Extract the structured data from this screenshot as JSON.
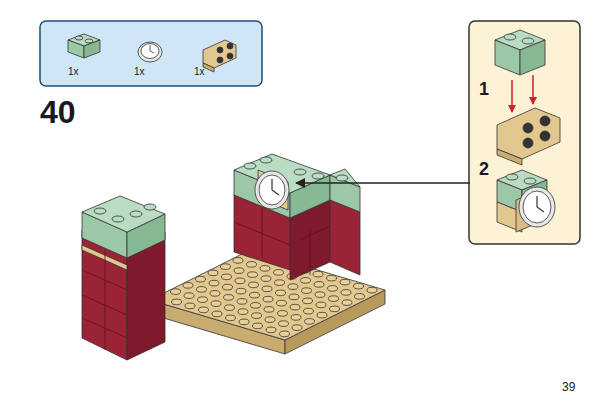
{
  "diagram": {
    "nodes": [
      {
        "text": [
          "1x",
          "1x",
          "1x"
        ]
      },
      {
        "text": [
          "1",
          "2"
        ]
      }
    ],
    "labels": [
      "40",
      "39"
    ]
  }
}
